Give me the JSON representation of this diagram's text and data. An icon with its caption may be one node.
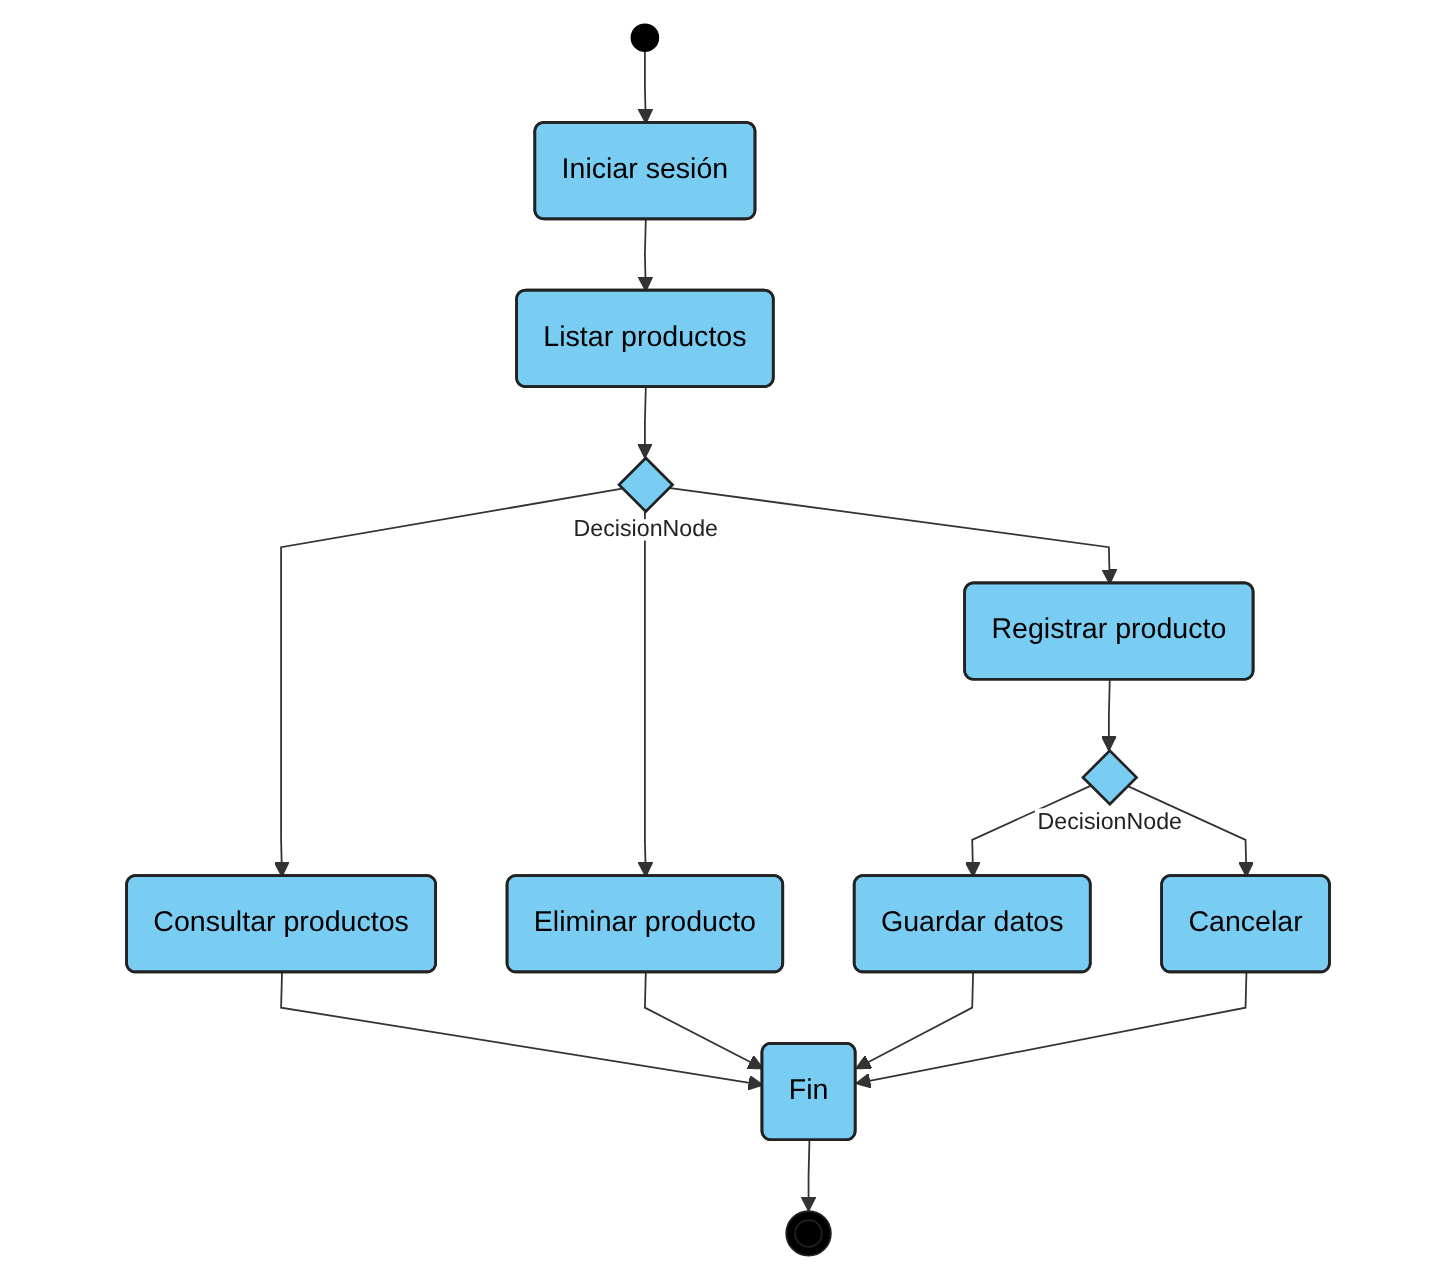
{
  "diagram": {
    "nodes": [
      {
        "text": [],
        "shape": "circle"
      },
      {
        "text": [
          "Iniciar sesión"
        ]
      },
      {
        "text": [
          "Listar productos"
        ]
      },
      {
        "text": [],
        "shape": "diamond",
        "beside": [
          "DecisionNode"
        ]
      },
      {
        "text": [
          "Consultar productos"
        ]
      },
      {
        "text": [
          "Registrar producto"
        ]
      },
      {
        "text": [
          "Eliminar producto"
        ]
      },
      {
        "text": [
          "Guardar datos"
        ]
      },
      {
        "text": [],
        "shape": "diamond",
        "beside": [
          "DecisionNode"
        ]
      },
      {
        "text": [
          "Cancelar"
        ]
      },
      {
        "text": [
          "Fin"
        ]
      },
      {
        "text": [],
        "shape": "bullseye"
      }
    ],
    "edges": [
      {
        "from": 0,
        "to": 1,
        "arrow": "to"
      },
      {
        "from": 1,
        "to": 2,
        "arrow": "to"
      },
      {
        "from": 2,
        "to": 3,
        "arrow": "to"
      },
      {
        "from": 3,
        "to": 4,
        "arrow": "to"
      },
      {
        "from": 3,
        "to": 5,
        "arrow": "to"
      },
      {
        "from": 3,
        "to": 6,
        "arrow": "to"
      },
      {
        "from": 5,
        "to": 8,
        "arrow": "to"
      },
      {
        "from": 8,
        "to": 7,
        "arrow": "to"
      },
      {
        "from": 8,
        "to": 9,
        "arrow": "to"
      },
      {
        "from": 4,
        "to": 10,
        "arrow": "to"
      },
      {
        "from": 6,
        "to": 10,
        "arrow": "to"
      },
      {
        "from": 7,
        "to": 10,
        "arrow": "to"
      },
      {
        "from": 9,
        "to": 10,
        "arrow": "to"
      },
      {
        "from": 10,
        "to": 11,
        "arrow": "to"
      }
    ]
  }
}
